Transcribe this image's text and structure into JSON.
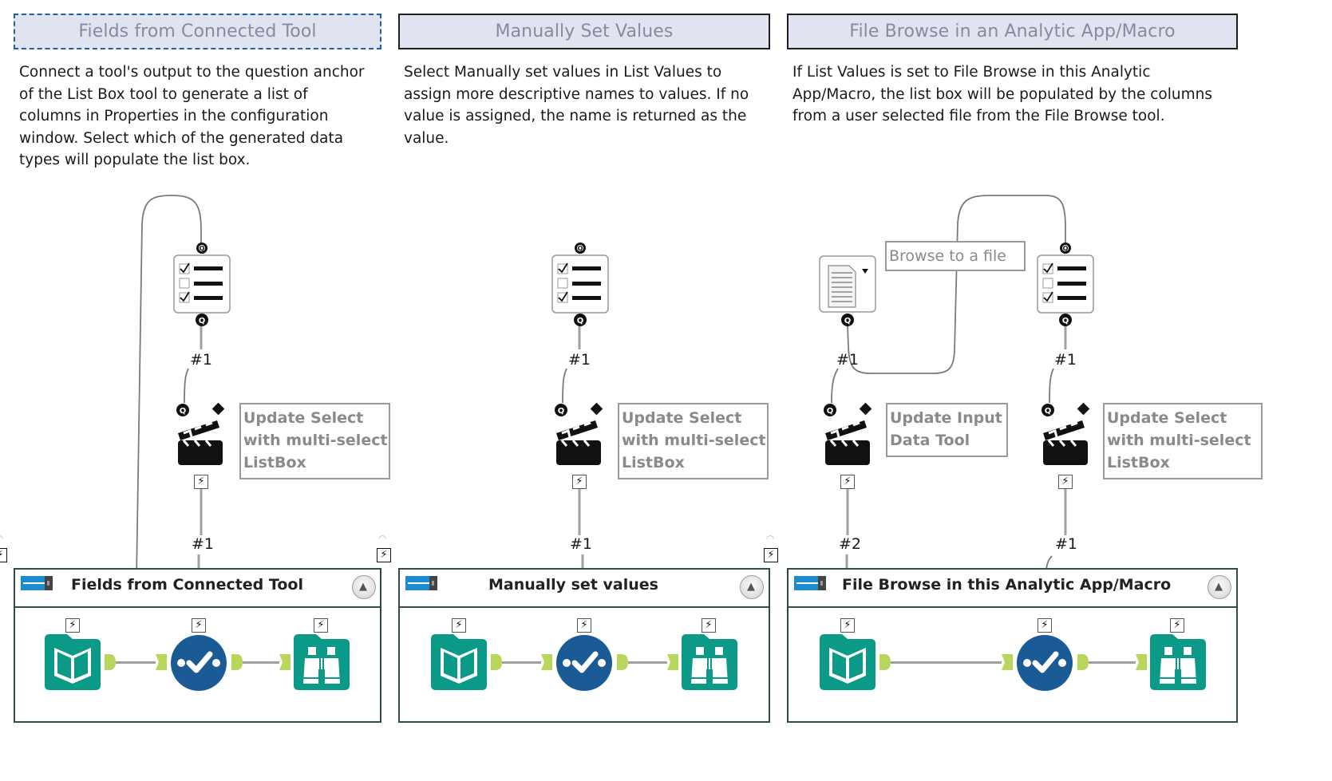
{
  "sections": [
    {
      "header": "Fields from Connected Tool",
      "description": [
        "Connect a tool's output to the question anchor",
        "of the List Box tool to generate a list of",
        "columns in Properties in the configuration",
        "window. Select which of the generated data",
        "types will populate the list box."
      ],
      "action_comment": [
        "Update Select",
        "with multi-select",
        "ListBox"
      ],
      "connection_labels": [
        "#1",
        "#1"
      ],
      "container_title": "Fields from Connected Tool"
    },
    {
      "header": "Manually Set Values",
      "description": [
        "Select Manually set values in List Values to",
        "assign more descriptive names to values. If no",
        "value is assigned, the name is returned as the",
        "value."
      ],
      "action_comment": [
        "Update Select",
        "with multi-select",
        "ListBox"
      ],
      "connection_labels": [
        "#1",
        "#1"
      ],
      "container_title": "Manually set values"
    },
    {
      "header": "File Browse in an Analytic App/Macro",
      "description": [
        "If List Values is set to File Browse in this Analytic",
        "App/Macro, the list box will be populated by the columns",
        "from a user selected file from the File Browse tool."
      ],
      "file_browse_comment": "Browse to a file",
      "action_comment_input": [
        "Update Input",
        "Data Tool"
      ],
      "action_comment": [
        "Update Select",
        "with multi-select",
        "ListBox"
      ],
      "connection_labels": [
        "#1",
        "#1",
        "#2",
        "#1"
      ],
      "container_title": "File Browse in this Analytic App/Macro"
    }
  ],
  "icons": {
    "list_box": "list-box-icon",
    "action": "clapperboard-action-icon",
    "input": "book-input-icon",
    "select": "select-check-icon",
    "browse": "binoculars-browse-icon",
    "file_browse": "file-browse-icon",
    "question_anchor": "Q",
    "bolt": "⚡",
    "collapse": "▲"
  },
  "colors": {
    "teal_tool": "#0b9a87",
    "blue_tool": "#1a5b96",
    "anchor_green": "#b9d65c",
    "header_bg": "#dfe4f0",
    "container_border": "#2f4a47",
    "toggle_blue": "#1d8ccc"
  }
}
